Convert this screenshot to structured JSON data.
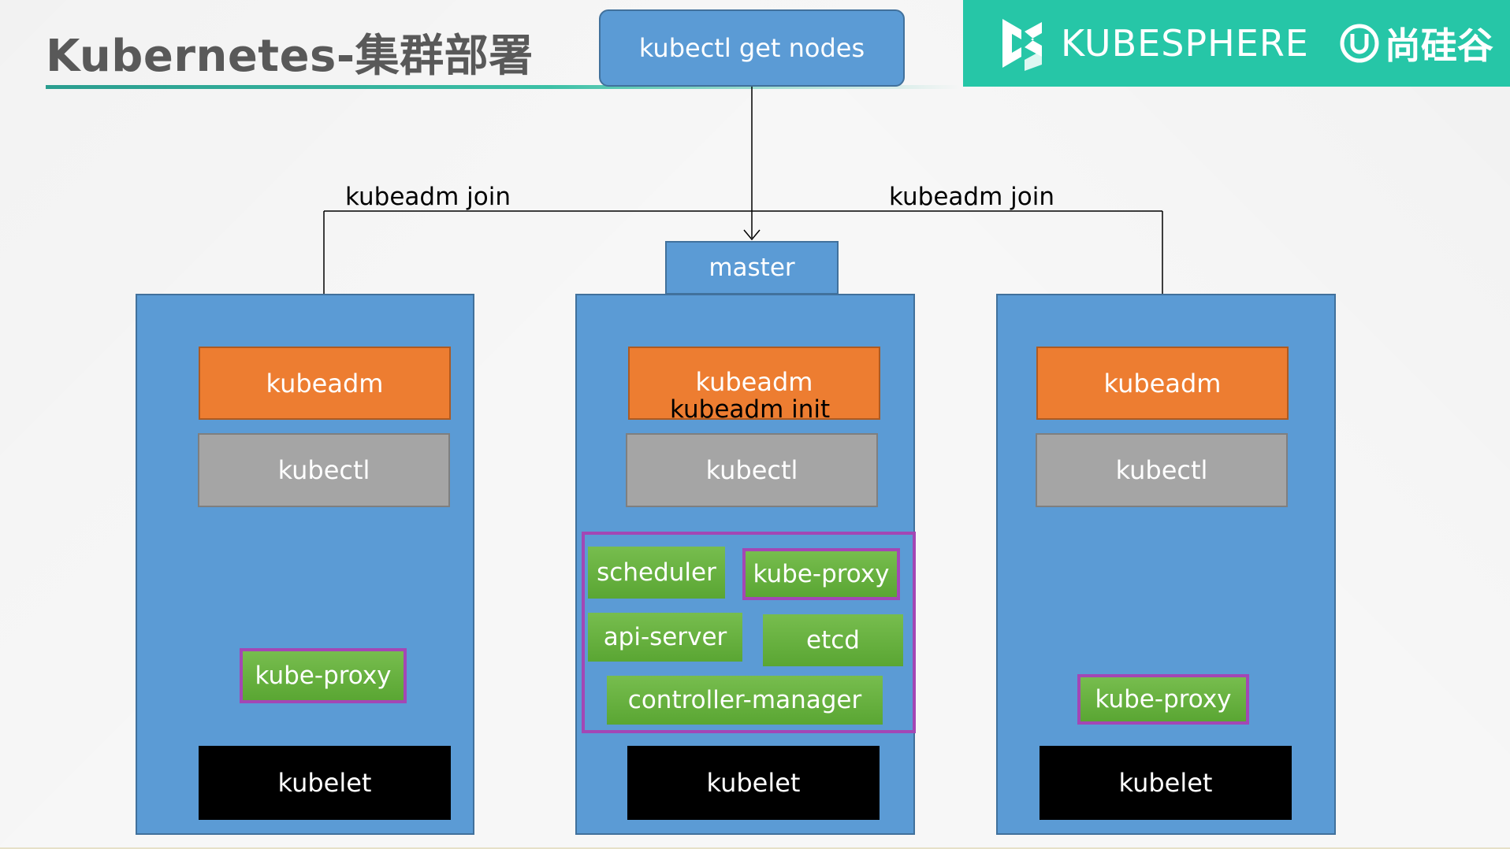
{
  "header": {
    "title": "Kubernetes-集群部署",
    "brand_kubesphere": "KUBESPHERE",
    "brand_atguigu": "尚硅谷"
  },
  "diagram": {
    "top_command": "kubectl get nodes",
    "join_left": "kubeadm join",
    "join_right": "kubeadm join",
    "master_label": "master",
    "init_label": "kubeadm init",
    "left_node": {
      "kubeadm": "kubeadm",
      "kubectl": "kubectl",
      "kube_proxy": "kube-proxy",
      "kubelet": "kubelet"
    },
    "master_node": {
      "kubeadm": "kubeadm",
      "kubectl": "kubectl",
      "scheduler": "scheduler",
      "kube_proxy": "kube-proxy",
      "api_server": "api-server",
      "etcd": "etcd",
      "controller_manager": "controller-manager",
      "kubelet": "kubelet"
    },
    "right_node": {
      "kubeadm": "kubeadm",
      "kubectl": "kubectl",
      "kube_proxy": "kube-proxy",
      "kubelet": "kubelet"
    }
  }
}
